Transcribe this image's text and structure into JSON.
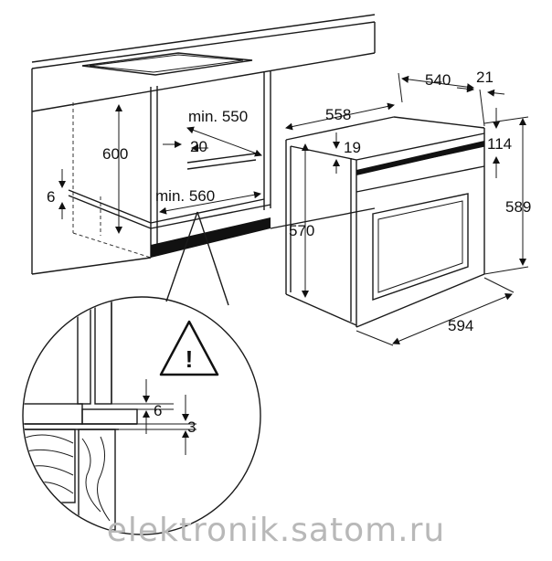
{
  "dimensions": {
    "d600": "600",
    "d6_left": "6",
    "min550": "min. 550",
    "d20": "20",
    "min560": "min. 560",
    "d558": "558",
    "d19": "19",
    "d540": "540",
    "d21": "21",
    "d114": "114",
    "d589": "589",
    "d570": "570",
    "d594": "594",
    "detail_6": "6",
    "detail_3": "3"
  },
  "warning_symbol": "!",
  "watermark": "elektronik.satom.ru",
  "icons": [
    "warning-triangle-icon"
  ]
}
